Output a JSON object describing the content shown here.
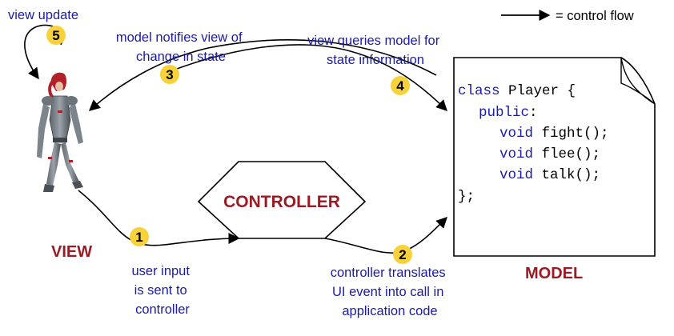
{
  "legend": {
    "text": "= control flow"
  },
  "steps": [
    {
      "number": "5",
      "label": [
        "view update"
      ]
    },
    {
      "number": "3",
      "label": [
        "model notifies view of",
        "change in state"
      ]
    },
    {
      "number": "4",
      "label": [
        "view queries model for",
        "state information"
      ]
    },
    {
      "number": "1",
      "label": [
        "user input",
        "is sent to",
        "controller"
      ]
    },
    {
      "number": "2",
      "label": [
        "controller translates",
        "UI event into call in",
        "application code"
      ]
    }
  ],
  "components": {
    "view": "VIEW",
    "controller": "CONTROLLER",
    "model": "MODEL"
  },
  "code": {
    "line1": {
      "keyword": "class",
      "rest": " Player {"
    },
    "line2": {
      "keyword": "public",
      "rest": ":"
    },
    "line3": {
      "keyword": "void",
      "rest": " fight();"
    },
    "line4": {
      "keyword": "void",
      "rest": " flee();"
    },
    "line5": {
      "keyword": "void",
      "rest": " talk();"
    },
    "line6": {
      "keyword": "",
      "rest": "};"
    }
  },
  "colors": {
    "label_blue": "#1b1ba8",
    "component_red": "#9b1b24",
    "badge_yellow": "#f7d23a"
  }
}
